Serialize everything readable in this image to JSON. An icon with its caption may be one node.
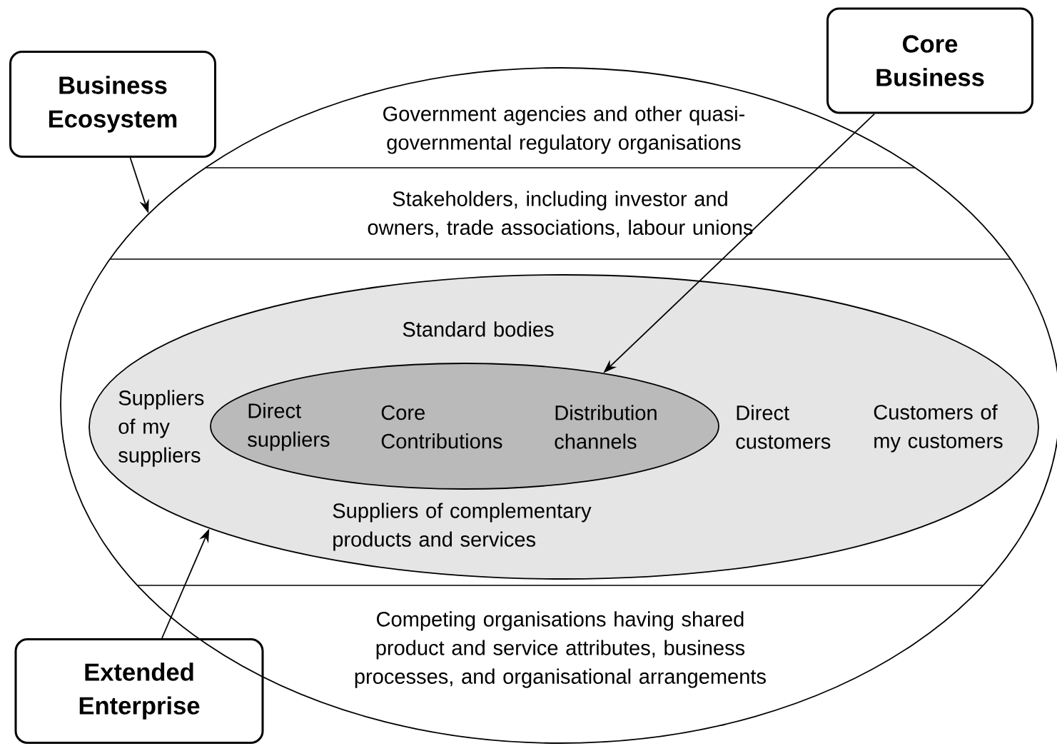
{
  "diagram": {
    "nodes": [
      {
        "text": [
          "Business Ecosystem"
        ]
      },
      {
        "text": [
          "Core Business"
        ]
      },
      {
        "text": [
          "Extended Enterprise"
        ]
      },
      {
        "text": [
          "Government agencies and other quasi-governmental regulatory organisations",
          "Stakeholders, including investor and owners, trade associations, labour unions",
          "Competing organisations having shared product and service attributes, business processes, and organisational arrangements"
        ]
      },
      {
        "text": [
          "Standard bodies",
          "Suppliers of my suppliers",
          "Direct customers",
          "Customers of my customers",
          "Suppliers of complementary products and services"
        ],
        "in": 3
      },
      {
        "text": [
          "Direct suppliers",
          "Core Contributions",
          "Distribution channels"
        ],
        "in": 4
      }
    ],
    "edges": [
      {
        "from": 0,
        "to": 3,
        "arrow": "to"
      },
      {
        "from": 1,
        "to": 5,
        "arrow": "to"
      },
      {
        "from": 2,
        "to": 4,
        "arrow": "to"
      }
    ]
  }
}
